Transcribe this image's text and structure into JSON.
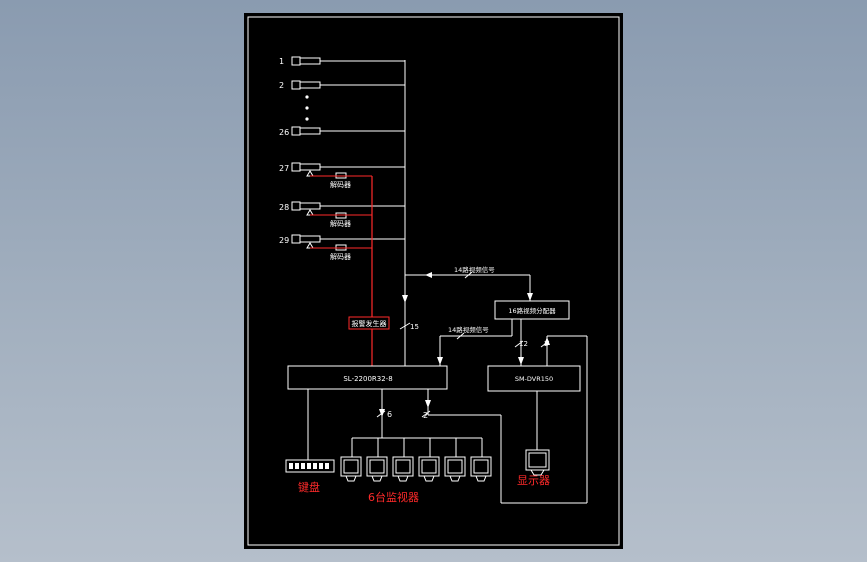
{
  "cameras": {
    "label_1": "1",
    "label_2": "2",
    "label_26": "26",
    "label_27": "27",
    "label_28": "28",
    "label_29": "29",
    "decoder_label": "解码器"
  },
  "alarm_box": {
    "label": "报警发生器"
  },
  "links": {
    "upper_video": "14路视频信号",
    "lower_video": "14路视频信号",
    "count_15": "15",
    "count_12": "12",
    "count_2_top": "2",
    "count_6": "6",
    "count_2": "2"
  },
  "distributor": {
    "label": "16路视频分配器"
  },
  "matrix": {
    "label": "SL-2200R32-8"
  },
  "dvr": {
    "label": "SM-DVR150"
  },
  "keyboard": {
    "label": "键盘"
  },
  "monitors": {
    "label": "6台监视器"
  },
  "display": {
    "label": "显示器"
  },
  "colors": {
    "line": "#ffffff",
    "signal": "#ff2a2a",
    "background": "#000000"
  }
}
